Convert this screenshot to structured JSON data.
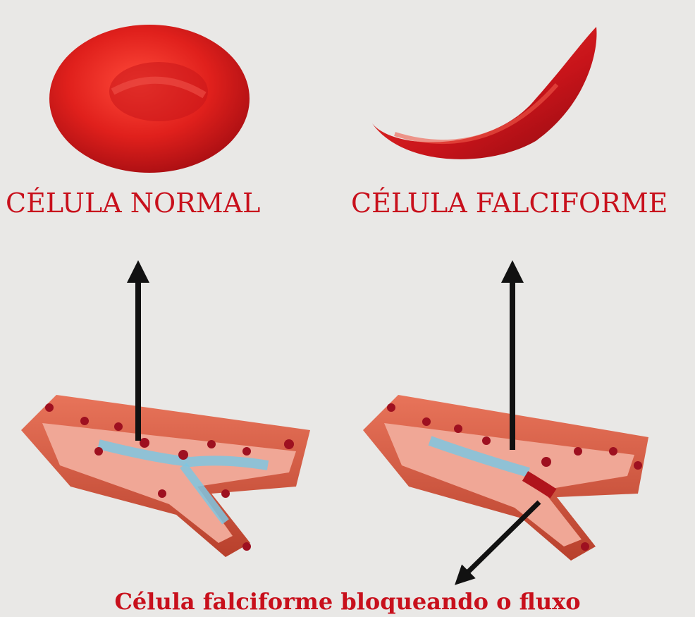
{
  "labels": {
    "normal": "CÉLULA NORMAL",
    "sickle": "CÉLULA FALCIFORME",
    "caption": "Célula falciforme bloqueando o fluxo"
  },
  "colors": {
    "background": "#e9e8e6",
    "text": "#c8101c",
    "cell_red": "#d01a1a",
    "vessel_outer": "#d9553e",
    "vessel_inner": "#f0a796",
    "flow_blue": "#7fc6e0",
    "dots": "#9e1020",
    "arrow": "#111111"
  }
}
